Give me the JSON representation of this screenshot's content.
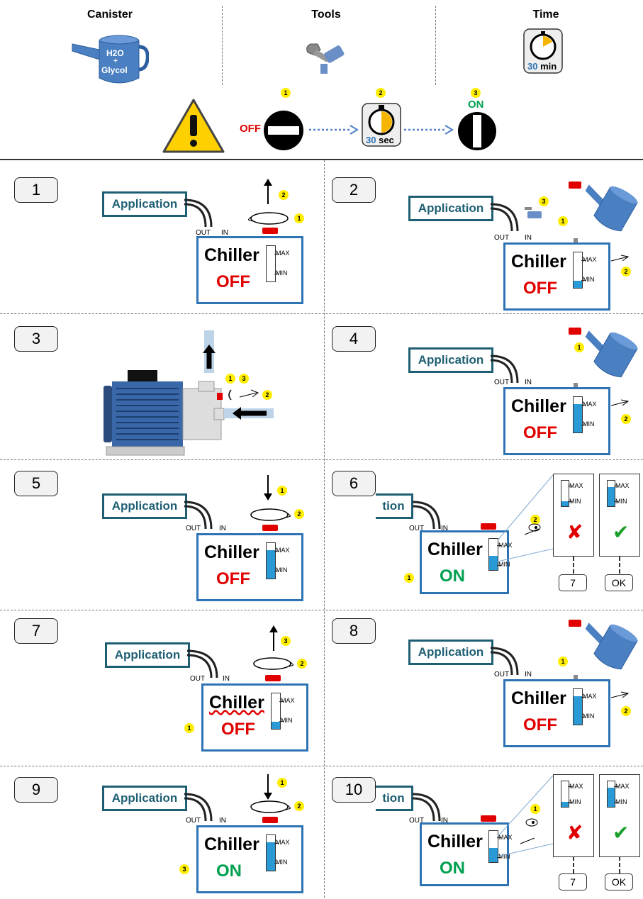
{
  "header": {
    "canister_title": "Canister",
    "tools_title": "Tools",
    "time_title": "Time",
    "canister_h2o": "H2O",
    "canister_plus": "+",
    "canister_glycol": "Glycol",
    "time_value": "30",
    "time_unit": "min"
  },
  "warning": {
    "off_label": "OFF",
    "on_label": "ON",
    "timer_value": "30",
    "timer_unit": "sec",
    "badges": [
      "1",
      "2",
      "3"
    ]
  },
  "labels": {
    "application": "Application",
    "application_cut": "tion",
    "chiller": "Chiller",
    "off": "OFF",
    "on": "ON",
    "out": "OUT",
    "in": "IN",
    "max": "MAX",
    "min": "MIN",
    "result_seven": "7",
    "result_ok": "OK",
    "cross": "✘",
    "check": "✔"
  },
  "steps": [
    "1",
    "2",
    "3",
    "4",
    "5",
    "6",
    "7",
    "8",
    "9",
    "10"
  ],
  "badges": [
    "1",
    "2",
    "3"
  ],
  "levels": {
    "step2": 0.2,
    "step4": 0.8,
    "step5": 0.8,
    "step6": 0.45,
    "step6_low": 0.2,
    "step6_high": 0.75,
    "step7": 0.2,
    "step8": 0.8,
    "step9": 0.8,
    "step10": 0.45,
    "step10_low": 0.2,
    "step10_high": 0.75
  },
  "colors": {
    "off": "#e00000",
    "on": "#00a050",
    "chiller_border": "#2e74b5",
    "application_border": "#1f5f73",
    "water": "#2a9ad7",
    "badge": "#ffee00"
  }
}
